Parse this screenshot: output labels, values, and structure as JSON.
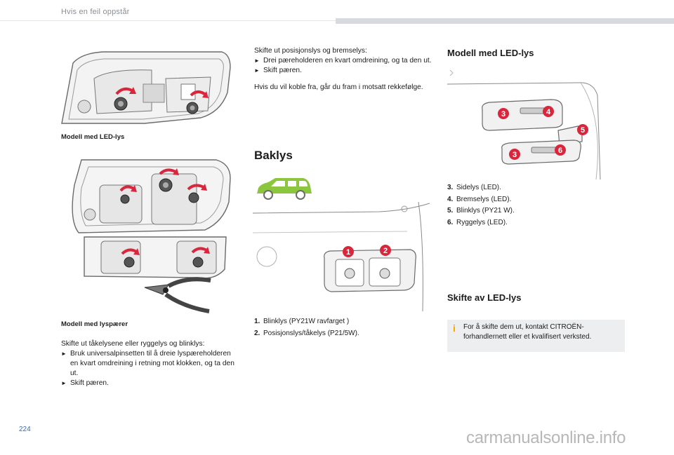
{
  "header": {
    "title": "Hvis en feil oppstår"
  },
  "page_number": "224",
  "watermark": "carmanualsonline.info",
  "left": {
    "caption_led": "Modell med LED-lys",
    "caption_bulbs": "Modell med lyspærer",
    "intro": "Skifte ut tåkelysene eller ryggelys og blinklys:",
    "steps": [
      "Bruk universalpinsetten til å dreie lyspæreholderen en kvart omdreining i retning mot klokken, og ta den ut.",
      "Skift pæren."
    ]
  },
  "middle": {
    "intro": "Skifte ut posisjonslys og bremselys:",
    "steps": [
      "Drei pæreholderen en kvart omdreining, og ta den ut.",
      "Skift pæren."
    ],
    "note": "Hvis du vil koble fra, går du fram i motsatt rekkefølge.",
    "heading": "Baklys",
    "list": [
      {
        "n": "1.",
        "text": "Blinklys (PY21W ravfarget )"
      },
      {
        "n": "2.",
        "text": "Posisjonslys/tåkelys (P21/5W)."
      }
    ],
    "markers": [
      "1",
      "2"
    ]
  },
  "right": {
    "heading": "Modell med LED-lys",
    "list": [
      {
        "n": "3.",
        "text": "Sidelys (LED)."
      },
      {
        "n": "4.",
        "text": "Bremselys (LED)."
      },
      {
        "n": "5.",
        "text": "Blinklys (PY21 W)."
      },
      {
        "n": "6.",
        "text": "Ryggelys (LED)."
      }
    ],
    "markers": [
      "3",
      "4",
      "5",
      "3",
      "6"
    ],
    "section_heading": "Skifte av LED-lys",
    "info_icon": "i",
    "info_text": "For å skifte dem ut, kontakt CITROËN-forhandlernett eller et kvalifisert verksted."
  },
  "icons": {
    "bullet": "bullet-arrow-icon",
    "info": "info-icon",
    "car": "car-silhouette-icon"
  },
  "colors": {
    "accent_red": "#d9263c",
    "car_green": "#8cc63f",
    "info_orange": "#f2a500",
    "header_gray": "#8a8f96"
  }
}
